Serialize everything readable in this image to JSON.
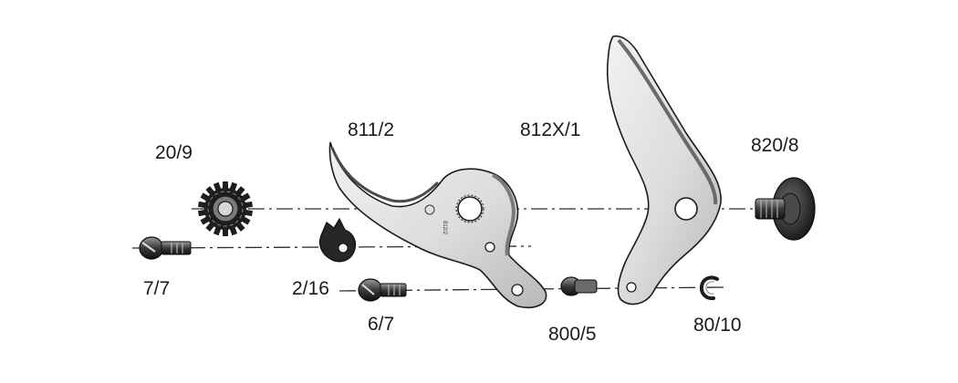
{
  "diagram": {
    "parts": [
      {
        "id": "part-20-9",
        "label": "20/9",
        "name": "gear-wheel"
      },
      {
        "id": "part-811-2",
        "label": "811/2",
        "name": "lower-blade"
      },
      {
        "id": "part-812x-1",
        "label": "812X/1",
        "name": "upper-blade"
      },
      {
        "id": "part-820-8",
        "label": "820/8",
        "name": "adjusting-nut"
      },
      {
        "id": "part-7-7",
        "label": "7/7",
        "name": "screw-long"
      },
      {
        "id": "part-2-16",
        "label": "2/16",
        "name": "locking-plate"
      },
      {
        "id": "part-6-7",
        "label": "6/7",
        "name": "screw-short"
      },
      {
        "id": "part-800-5",
        "label": "800/5",
        "name": "pin"
      },
      {
        "id": "part-80-10",
        "label": "80/10",
        "name": "circlip"
      }
    ],
    "blade_stamp": "812/2",
    "colors": {
      "line": "#1b1b1b",
      "metal_light": "#e4e4e4",
      "metal_mid": "#bdbdbd",
      "metal_dark": "#5a5a5a",
      "part_dark": "#2a2a2a"
    }
  }
}
